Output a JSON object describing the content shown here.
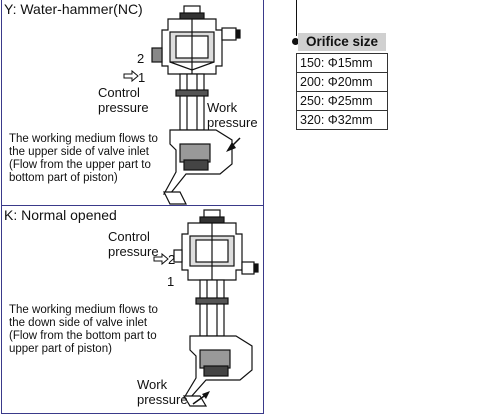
{
  "panel_y": {
    "title": "Y: Water-hammer(NC)",
    "port_2": "2",
    "port_1": "1",
    "control_label": "Control",
    "control_label_2": "pressure",
    "work_label": "Work",
    "work_label_2": "pressure",
    "desc": [
      "The working medium flows to",
      "the upper side of valve inlet",
      "(Flow from the upper part to",
      "bottom part of piston)"
    ]
  },
  "panel_k": {
    "title": "K: Normal opened",
    "control_label": "Control",
    "control_label_2": "pressure",
    "port_2": "2",
    "port_1": "1",
    "work_label": "Work",
    "work_label_2": "pressure",
    "desc": [
      "The working medium flows to",
      "the down side of valve inlet",
      "(Flow from the bottom part to",
      "upper part of piston)"
    ]
  },
  "orifice": {
    "title": "Orifice size",
    "rows": [
      "150: Φ15mm",
      "200: Φ20mm",
      "250: Φ25mm",
      "320: Φ32mm"
    ]
  }
}
